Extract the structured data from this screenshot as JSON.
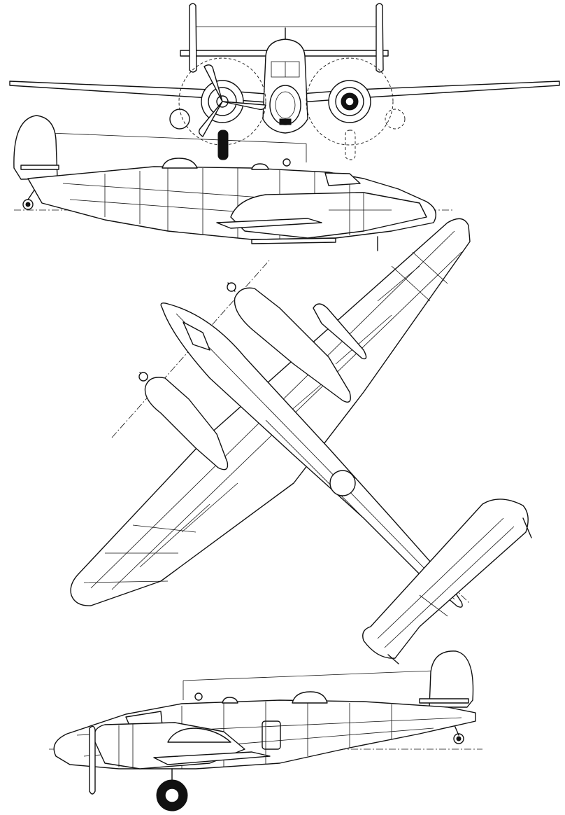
{
  "drawing": {
    "views": [
      "front-view",
      "side-view-left",
      "plan-view",
      "side-view-right"
    ],
    "line_color": "#111111",
    "background": "#ffffff"
  }
}
